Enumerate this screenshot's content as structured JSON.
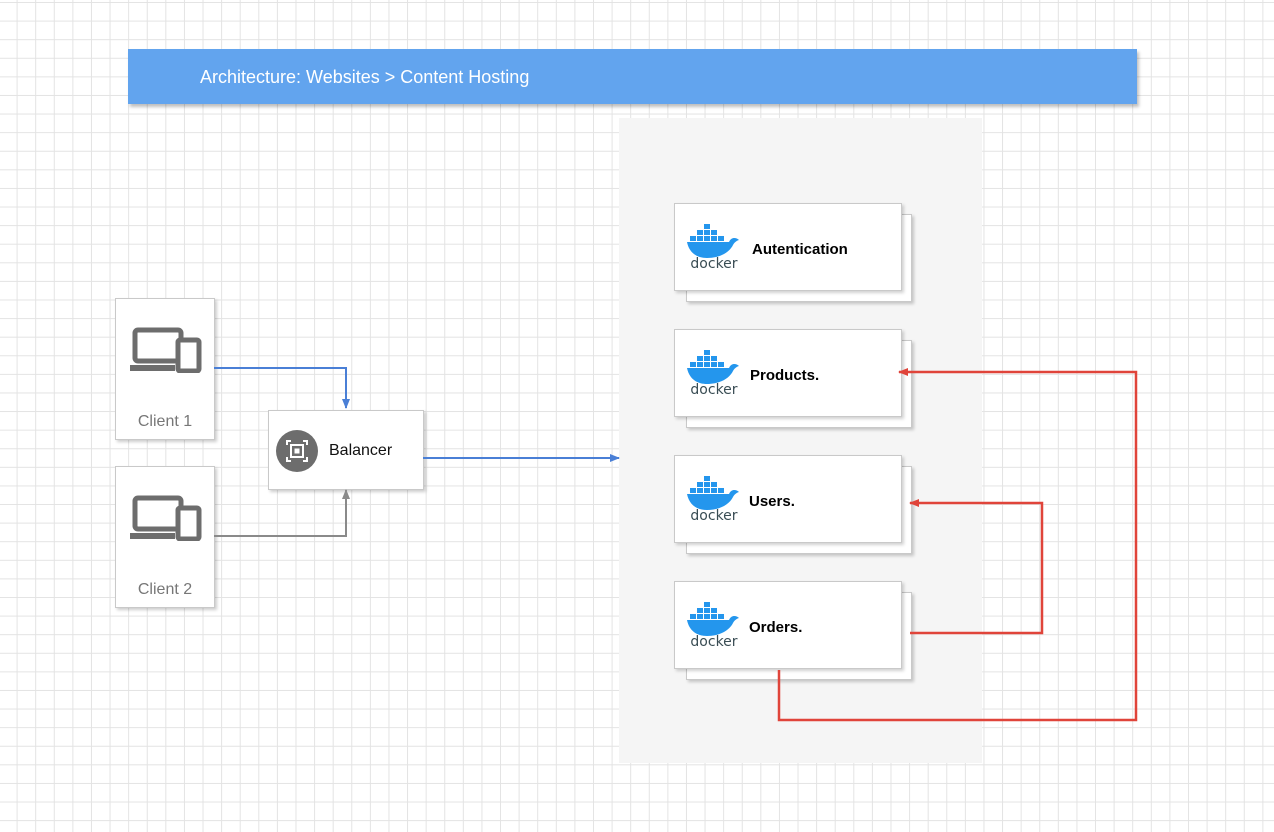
{
  "diagram": {
    "title": "Architecture: Websites > Content Hosting",
    "clients": [
      {
        "label": "Client 1",
        "icon": "devices-icon"
      },
      {
        "label": "Client 2",
        "icon": "devices-icon"
      }
    ],
    "balancer": {
      "label": "Balancer",
      "icon": "load-balancer-icon"
    },
    "services": [
      {
        "label": "Autentication",
        "icon": "docker-icon",
        "icon_text": "docker"
      },
      {
        "label": "Products.",
        "icon": "docker-icon",
        "icon_text": "docker"
      },
      {
        "label": "Users.",
        "icon": "docker-icon",
        "icon_text": "docker"
      },
      {
        "label": "Orders.",
        "icon": "docker-icon",
        "icon_text": "docker"
      }
    ],
    "connections": [
      {
        "from": "Client 1",
        "to": "Balancer",
        "color": "#4a7fd6"
      },
      {
        "from": "Client 2",
        "to": "Balancer",
        "color": "#8a8a8a"
      },
      {
        "from": "Balancer",
        "to": "Service group",
        "color": "#4a7fd6"
      },
      {
        "from": "Orders.",
        "to": "Users.",
        "color": "#e0443a"
      },
      {
        "from": "Orders.",
        "to": "Products.",
        "color": "#e0443a"
      }
    ]
  },
  "colors": {
    "title_bar": "#62a4ee",
    "link_blue": "#4a7fd6",
    "link_gray": "#8a8a8a",
    "link_red": "#e0443a",
    "docker_blue": "#2496ed",
    "group_background": "#f5f5f5"
  }
}
